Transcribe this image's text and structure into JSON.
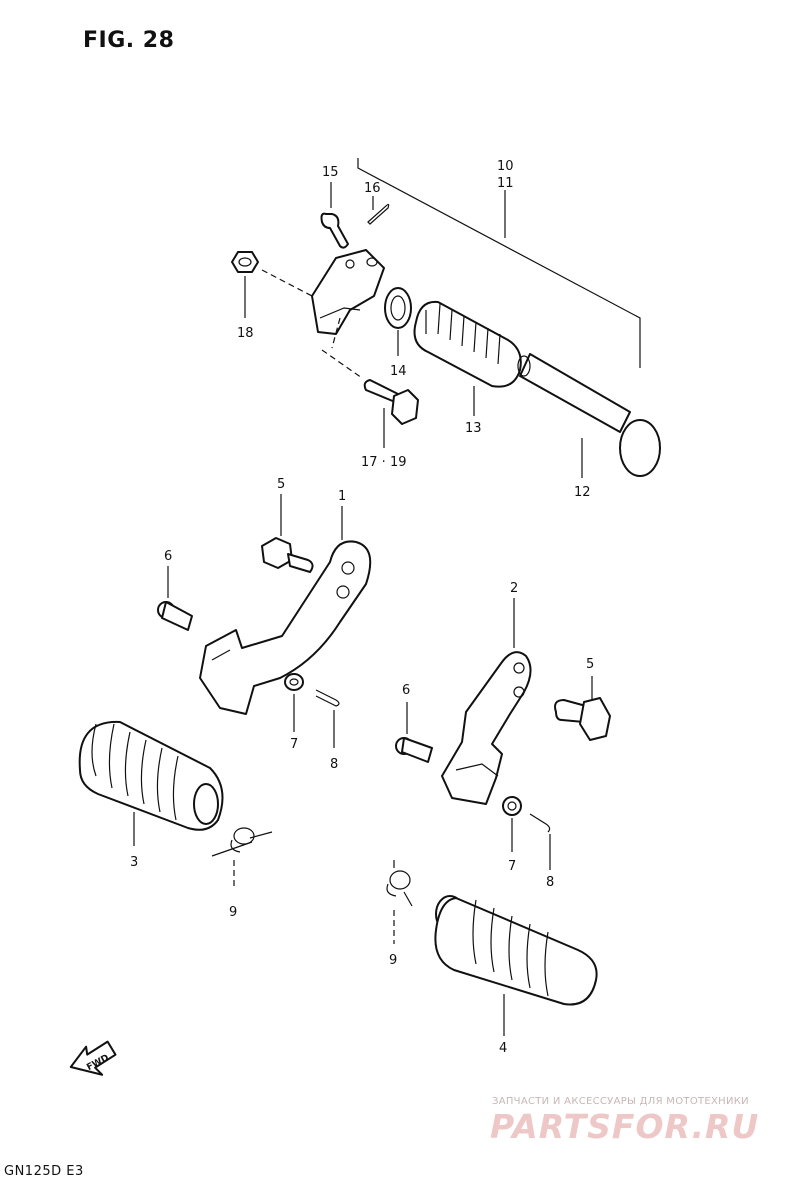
{
  "figure": {
    "title": "FIG. 28"
  },
  "footer": {
    "model": "GN125D  E3"
  },
  "watermark": {
    "subtitle": "ЗАПЧАСТИ И АКСЕССУАРЫ ДЛЯ МОТОТЕХНИКИ",
    "brand": "PARTSFOR.RU",
    "color": "#eec7c7"
  },
  "fwd": "FWD",
  "callouts": {
    "c1": "1",
    "c2": "2",
    "c3": "3",
    "c4": "4",
    "c5a": "5",
    "c5b": "5",
    "c6a": "6",
    "c6b": "6",
    "c7a": "7",
    "c7b": "7",
    "c8a": "8",
    "c8b": "8",
    "c9a": "9",
    "c9b": "9",
    "c10": "10",
    "c11": "11",
    "c12": "12",
    "c13": "13",
    "c14": "14",
    "c15": "15",
    "c16": "16",
    "c17_19": "17 · 19",
    "c18": "18"
  }
}
